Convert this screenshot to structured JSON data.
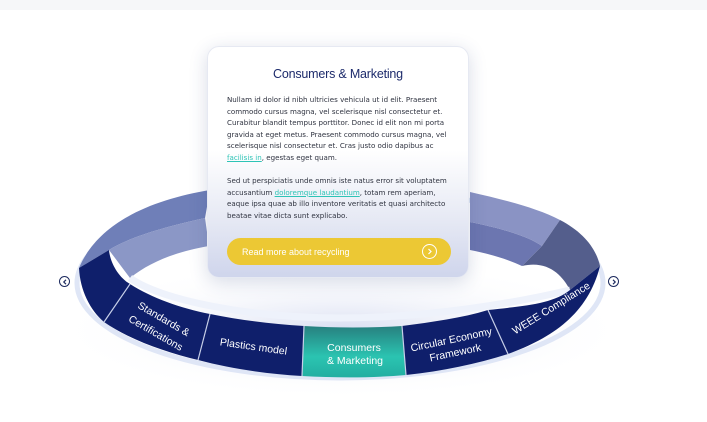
{
  "card": {
    "title": "Consumers & Marketing",
    "para1_a": "Nullam id dolor id nibh ultricies vehicula ut id elit. Praesent commodo cursus magna, vel scelerisque nisl consectetur et. Curabitur blandit tempus porttitor. Donec id elit non mi porta gravida at eget metus. Praesent commodo cursus magna, vel scelerisque nisl consectetur et. Cras justo odio dapibus ac ",
    "para1_link": "facilisis in",
    "para1_b": ", egestas eget quam.",
    "para2_a": "Sed ut perspiciatis unde omnis iste natus error sit voluptatem accusantium ",
    "para2_link": "doloremque laudantium",
    "para2_b": ", totam rem aperiam, eaque ipsa quae ab illo inventore veritatis et quasi architecto beatae vitae dicta sunt explicabo.",
    "cta_label": "Read more about recycling"
  },
  "wheel": {
    "segments": [
      {
        "id": "standards",
        "lines": [
          "Standards &",
          "Certifications"
        ]
      },
      {
        "id": "plastics",
        "lines": [
          "Plastics model"
        ]
      },
      {
        "id": "consumers",
        "lines": [
          "Consumers",
          "& Marketing"
        ],
        "active": true
      },
      {
        "id": "circular",
        "lines": [
          "Circular Economy",
          "Framework"
        ]
      },
      {
        "id": "weee",
        "lines": [
          "WEEE Compliance"
        ]
      }
    ]
  },
  "colors": {
    "segment_navy": "#0f1f6b",
    "active_teal": "#2bc4b1",
    "cta_yellow": "#ecc834",
    "title_navy": "#1c2a6b",
    "link_teal": "#2ec4b6"
  },
  "icons": {
    "prev": "chevron-left-icon",
    "next": "chevron-right-icon",
    "cta": "arrow-right-circle-icon"
  }
}
